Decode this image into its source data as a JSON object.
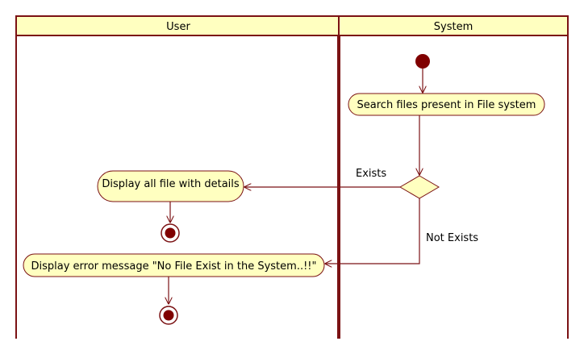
{
  "diagram": {
    "type": "uml-activity",
    "colors": {
      "frame": "#7b1214",
      "header_fill": "#ffffc0",
      "node_fill": "#ffffc0",
      "node_stroke": "#7b1214",
      "edge": "#7b1214",
      "start_fill": "#800000",
      "final_fill": "#800000"
    },
    "swimlanes": [
      {
        "name": "User"
      },
      {
        "name": "System"
      }
    ],
    "nodes": {
      "search": {
        "label": "Search files present in File system"
      },
      "display_all": {
        "label": "Display all file with details"
      },
      "display_error": {
        "label": "Display error message \"No File Exist in the System..!!\""
      }
    },
    "guards": {
      "exists": "Exists",
      "not_exists": "Not Exists"
    }
  }
}
